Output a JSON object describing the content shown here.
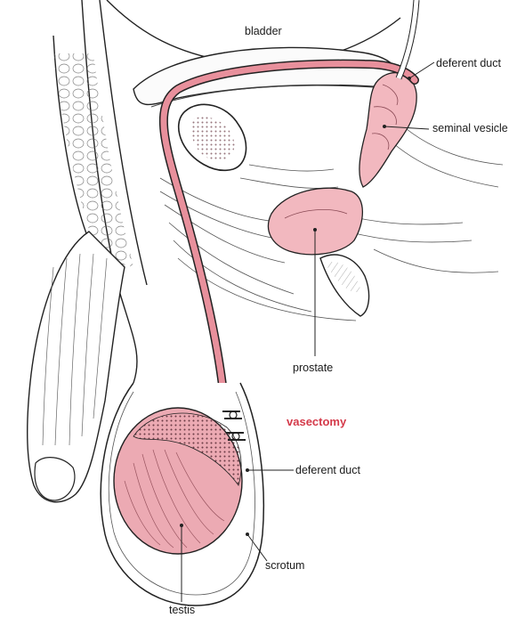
{
  "labels": {
    "bladder": "bladder",
    "deferent_duct_top": "deferent duct",
    "seminal_vesicle": "seminal vesicle",
    "prostate": "prostate",
    "procedure": "vasectomy",
    "deferent_duct_bottom": "deferent duct",
    "scrotum": "scrotum",
    "testis": "testis"
  },
  "colors": {
    "organ_pink": "#f2b8bf",
    "duct_pink": "#e8909c",
    "accent_red": "#d43a4a",
    "testis_pink": "#ecaab3",
    "ink": "#1a1a1a"
  }
}
